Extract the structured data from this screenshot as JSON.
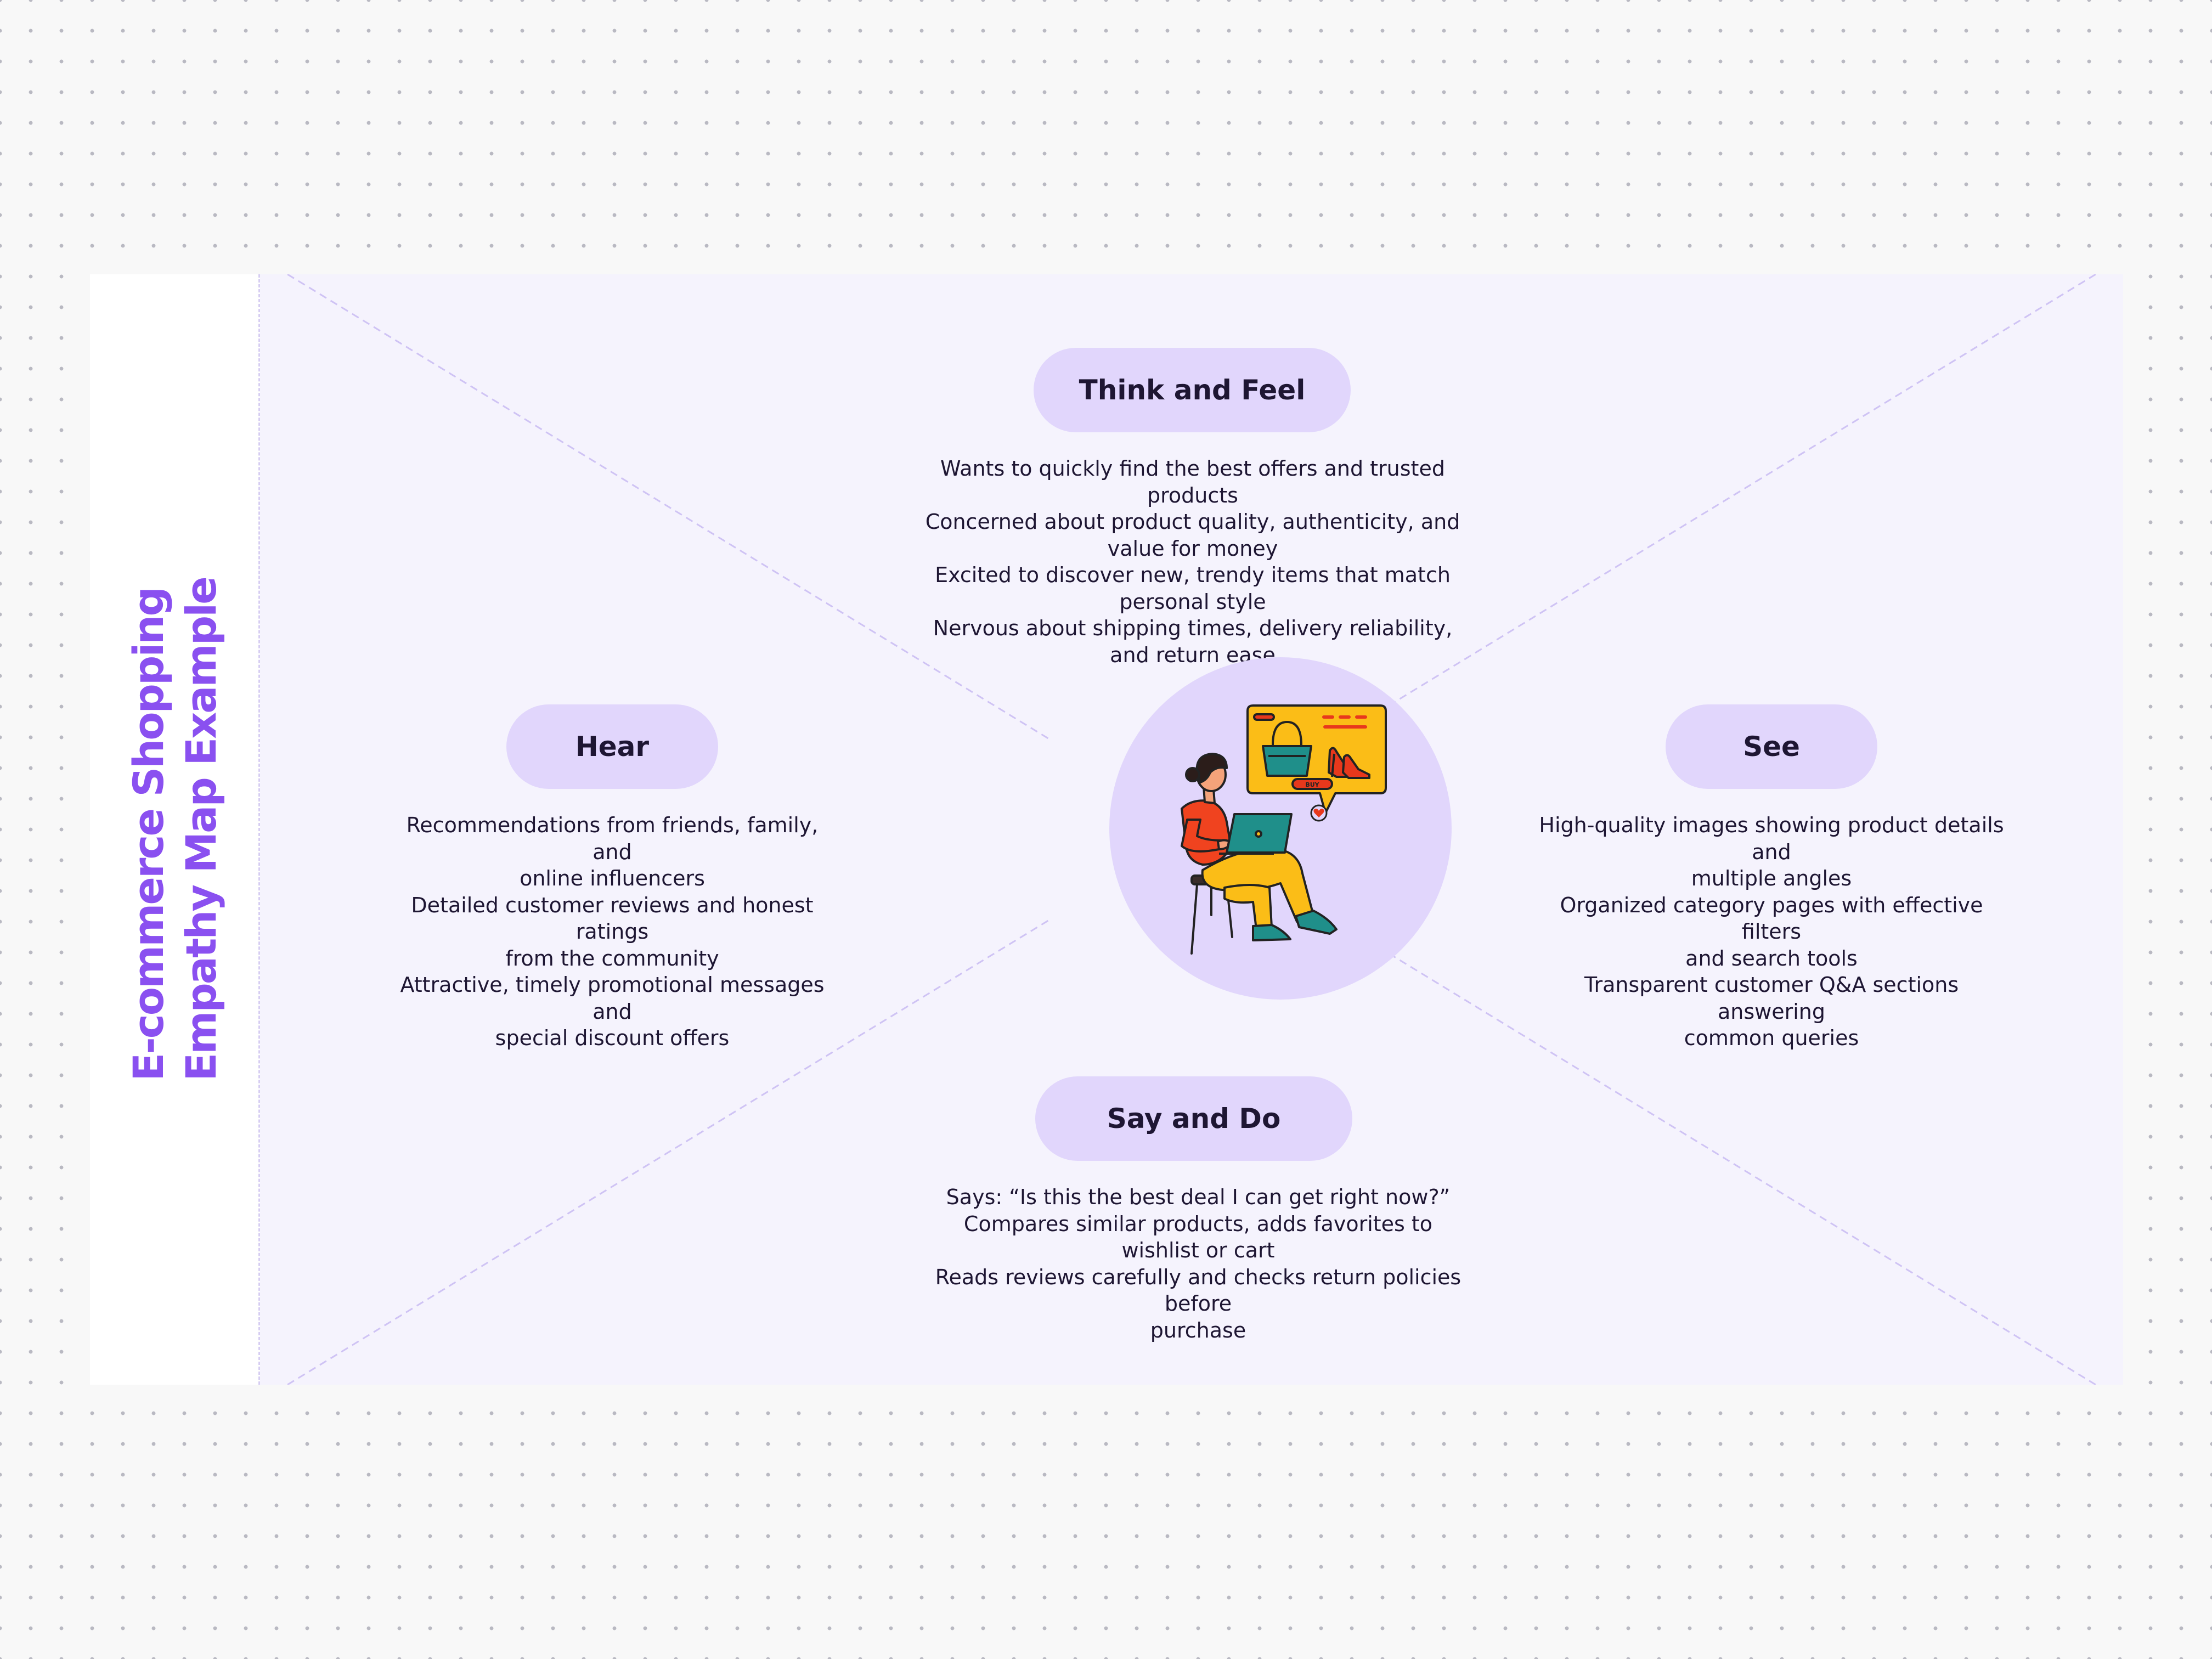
{
  "title": {
    "lines": [
      "E-commerce Shopping",
      "Empathy Map Example"
    ]
  },
  "quadrants": {
    "think_feel": {
      "label": "Think and Feel",
      "lines": [
        "Wants to quickly find the best offers and trusted products",
        "Concerned about product quality, authenticity, and value for money",
        "Excited to discover new, trendy items that match personal style",
        "Nervous about shipping times, delivery reliability, and return ease"
      ]
    },
    "hear": {
      "label": "Hear",
      "lines": [
        "Recommendations from friends, family, and",
        "online influencers",
        "Detailed customer reviews and honest ratings",
        "from the community",
        "Attractive, timely promotional messages and",
        "special discount offers"
      ]
    },
    "see": {
      "label": "See",
      "lines": [
        "High-quality images showing product details and",
        "multiple angles",
        "Organized category pages with effective filters",
        "and search tools",
        "Transparent customer Q&A sections answering",
        "common queries"
      ]
    },
    "say_do": {
      "label": "Say and Do",
      "lines": [
        "Says: “Is this the best deal I can get right now?”",
        "Compares similar products, adds favorites to wishlist or cart",
        "Reads reviews carefully and checks return policies before",
        "purchase"
      ]
    }
  },
  "illustration": {
    "icon": "online-shopper-illustration",
    "buy_label": "BUY"
  },
  "colors": {
    "accent": "#8a50f0",
    "pill": "#e1d6fc",
    "map_background": "#f5f3fd",
    "text": "#1e1633"
  }
}
